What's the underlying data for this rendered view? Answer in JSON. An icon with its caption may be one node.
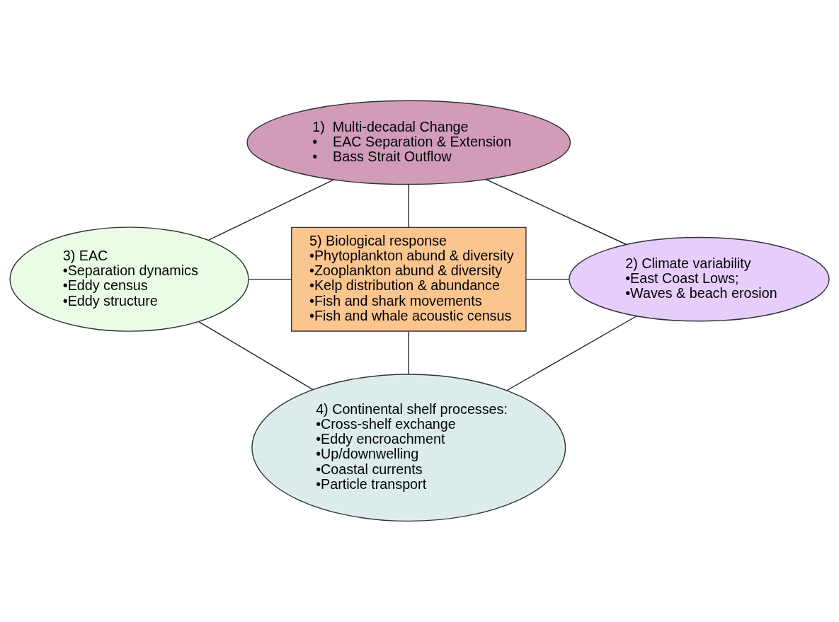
{
  "diagram": {
    "nodes": [
      {
        "text": [
          "1)  Multi-decadal Change",
          "•    EAC Separation & Extension",
          "•    Bass Strait Outflow"
        ]
      },
      {
        "text": [
          "3) EAC",
          "•Separation dynamics",
          "•Eddy census",
          "•Eddy structure"
        ]
      },
      {
        "text": [
          "5) Biological response",
          "•Phytoplankton abund & diversity",
          "•Zooplankton abund & diversity",
          "•Kelp distribution & abundance",
          "•Fish and shark movements",
          "•Fish and whale acoustic census"
        ]
      },
      {
        "text": [
          "2) Climate variability",
          "•East Coast Lows;",
          "•Waves & beach erosion"
        ]
      },
      {
        "text": [
          "4) Continental shelf processes:",
          "•Cross-shelf exchange",
          "•Eddy encroachment",
          "•Up/downwelling",
          "•Coastal currents",
          "•Particle transport"
        ]
      }
    ],
    "edges": [
      {
        "from": 0,
        "to": 1,
        "arrow": "none"
      },
      {
        "from": 0,
        "to": 3,
        "arrow": "none"
      },
      {
        "from": 0,
        "to": 2,
        "arrow": "none"
      },
      {
        "from": 1,
        "to": 2,
        "arrow": "none"
      },
      {
        "from": 2,
        "to": 3,
        "arrow": "none"
      },
      {
        "from": 2,
        "to": 4,
        "arrow": "none"
      },
      {
        "from": 1,
        "to": 4,
        "arrow": "none"
      },
      {
        "from": 3,
        "to": 4,
        "arrow": "none"
      }
    ]
  }
}
